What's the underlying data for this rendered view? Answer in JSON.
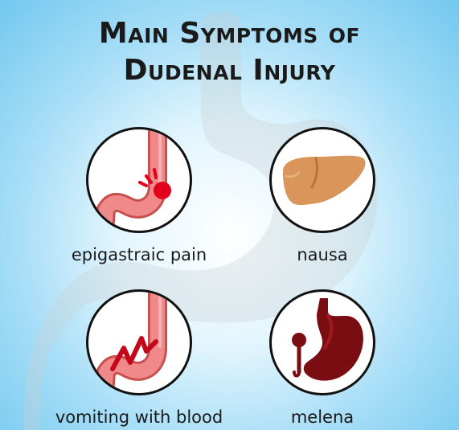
{
  "title": {
    "line1": "Main Symptoms of",
    "line2": "Dudenal Injury"
  },
  "symptoms": [
    {
      "label": "epigastraic pain",
      "icon": "duodenum-pain-icon"
    },
    {
      "label": "nausa",
      "icon": "liver-icon"
    },
    {
      "label": "vomiting with blood",
      "icon": "duodenum-bleeding-icon"
    },
    {
      "label": "melena",
      "icon": "stomach-bleeding-icon"
    }
  ],
  "colors": {
    "background_outer": "#72c8ef",
    "background_inner": "#ffffff",
    "duodenum_pink": "#f08a8a",
    "duodenum_dark": "#c94f4f",
    "blood_red": "#e4001c",
    "liver_tan": "#d9955a",
    "stomach_maroon": "#7a0d12"
  }
}
